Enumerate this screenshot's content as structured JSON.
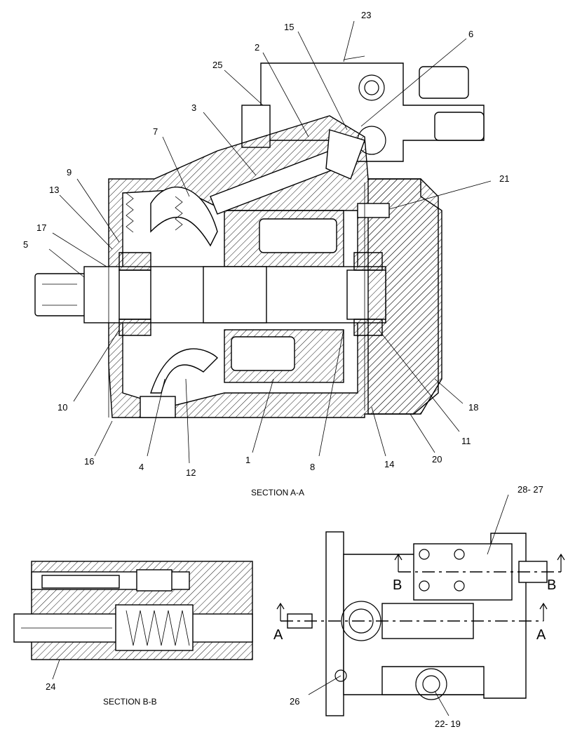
{
  "section_aa": {
    "caption": "SECTION A-A"
  },
  "section_bb": {
    "caption": "SECTION B-B"
  },
  "callouts_aa": [
    "1",
    "2",
    "3",
    "4",
    "5",
    "6",
    "7",
    "8",
    "9",
    "10",
    "11",
    "12",
    "13",
    "14",
    "15",
    "16",
    "17",
    "18",
    "20",
    "21",
    "23",
    "25"
  ],
  "callouts_bb": [
    "24"
  ],
  "callouts_exterior": [
    "28- 27",
    "26",
    "22- 19"
  ],
  "section_markers": {
    "a": "A",
    "b": "B"
  }
}
